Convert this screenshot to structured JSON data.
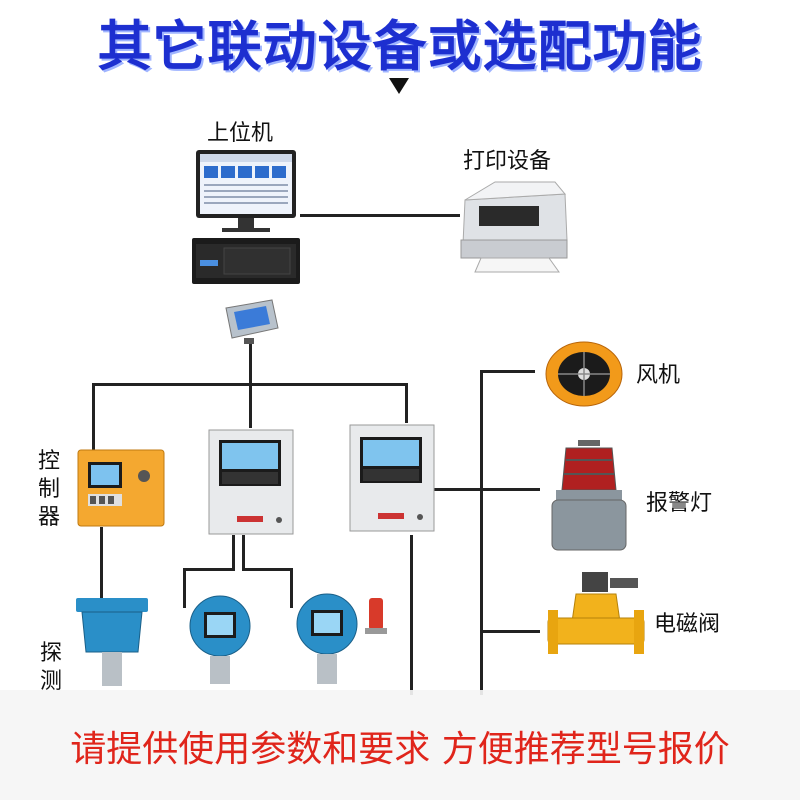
{
  "header": {
    "title": "其它联动设备或选配功能"
  },
  "labels": {
    "host": "上位机",
    "printer": "打印设备",
    "controller": "控制器",
    "detector": "探测",
    "fan": "风机",
    "alarm_light": "报警灯",
    "valve": "电磁阀"
  },
  "footer": {
    "notice": "请提供使用参数和要求 方便推荐型号报价"
  },
  "colors": {
    "title": "#1d2fd0",
    "footer_text": "#e0251b",
    "controller_body": "#f4a830",
    "detector_body": "#2a8fc8"
  }
}
